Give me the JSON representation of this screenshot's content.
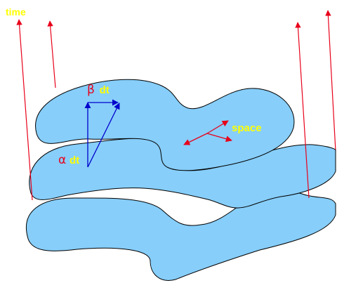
{
  "labels": {
    "time": "time",
    "space": "space",
    "lapse_greek": "α",
    "lapse_dt": "dt",
    "shift_greek": "β",
    "shift_dt": "dt"
  },
  "colors": {
    "sheet_fill": "#87CEFA",
    "outline": "#000000",
    "time_axis": "#E8001A",
    "space_arrows": "#E8001A",
    "label_yellow": "#FFFF00",
    "greek_red": "#E8001A",
    "vector_blue": "#0000CC"
  }
}
